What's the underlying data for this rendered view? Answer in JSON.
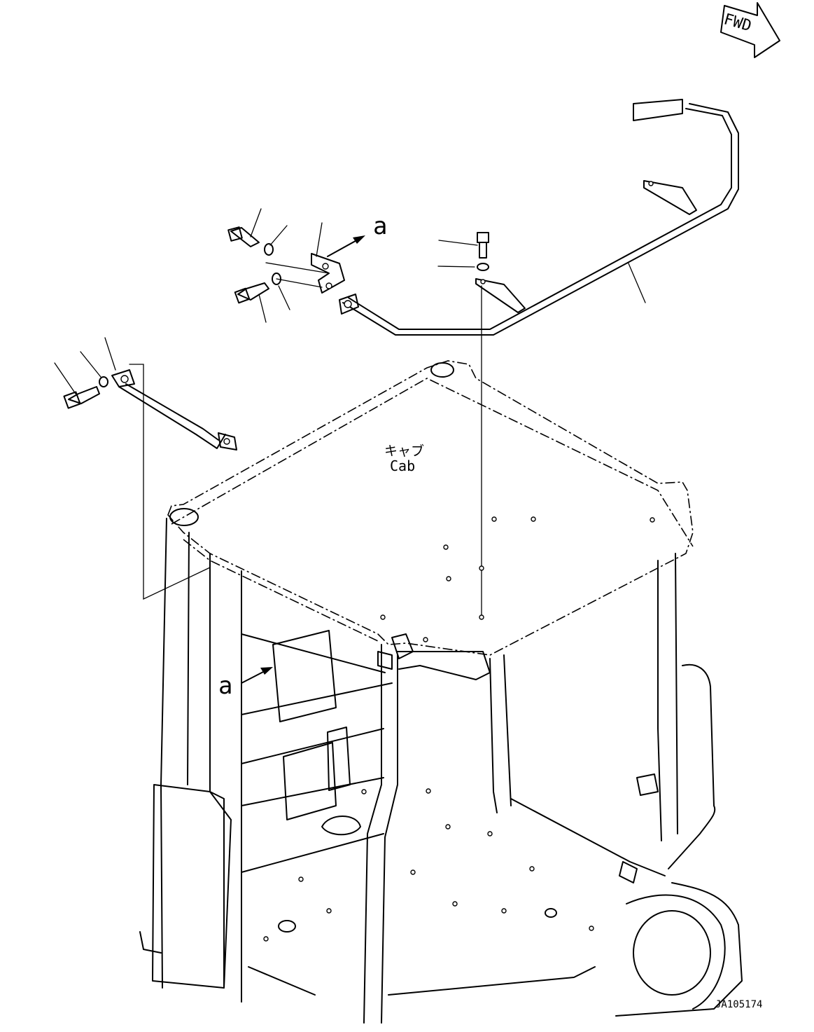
{
  "direction_tag": "FWD",
  "ref_letter_top": "a",
  "ref_letter_lower": "a",
  "cab_label_jp": "キャブ",
  "cab_label_en": "Cab",
  "figure_code": "JA105174"
}
